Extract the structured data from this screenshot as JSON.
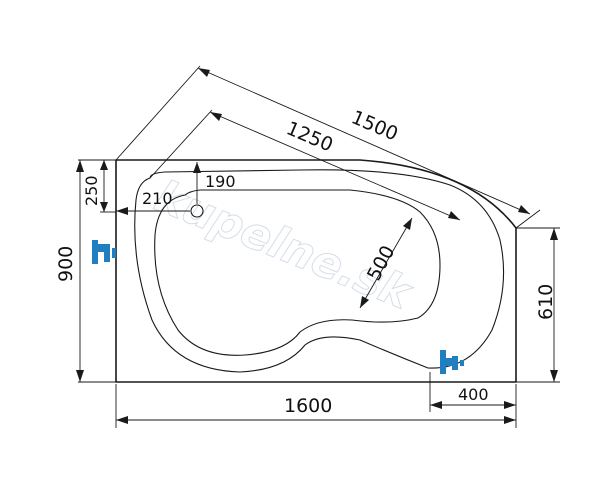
{
  "dimensions": {
    "total_width": "1600",
    "total_height": "900",
    "diagonal_outer": "1500",
    "diagonal_inner": "1250",
    "inner_width": "500",
    "right_height": "610",
    "right_width": "400",
    "top_offset": "250",
    "drain_x": "210",
    "drain_y": "190"
  },
  "watermark": "kupelne.sk",
  "colors": {
    "line": "#1a1a1a",
    "faucet": "#1f7fc0",
    "watermark": "#cfd8e3"
  }
}
